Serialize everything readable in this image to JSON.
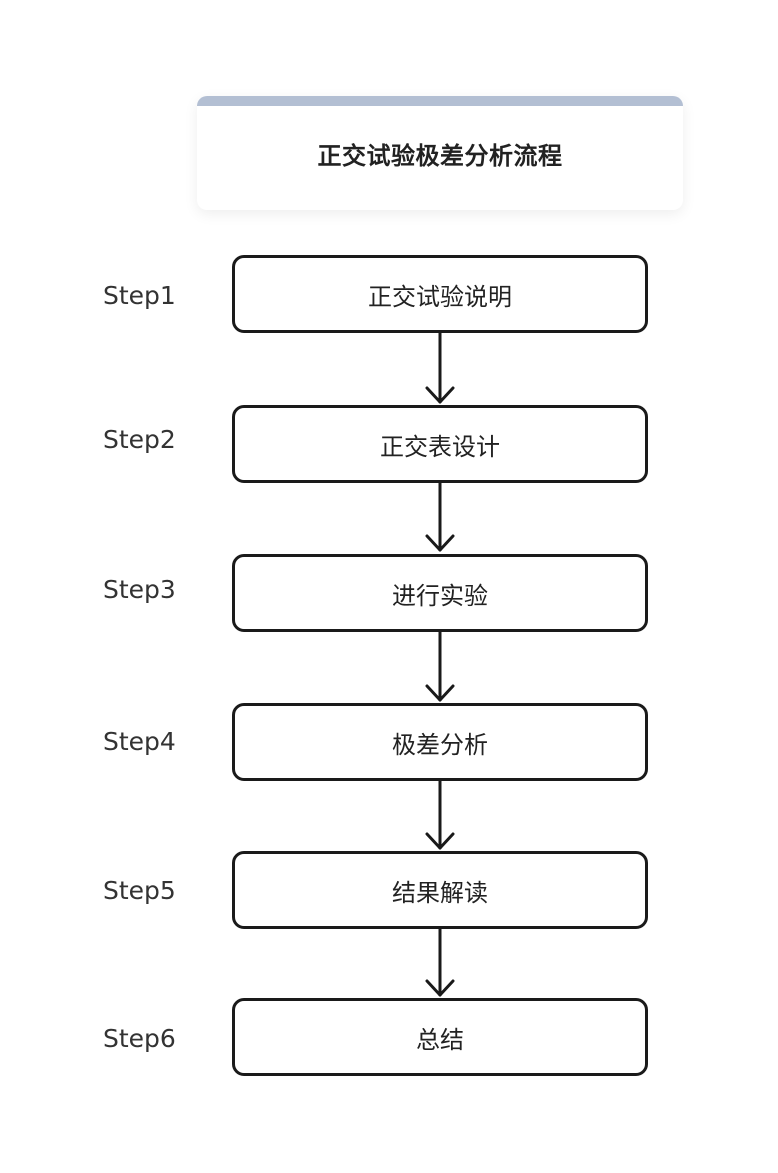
{
  "title": "正交试验极差分析流程",
  "steps": [
    {
      "label": "Step1",
      "text": "正交试验说明"
    },
    {
      "label": "Step2",
      "text": "正交表设计"
    },
    {
      "label": "Step3",
      "text": "进行实验"
    },
    {
      "label": "Step4",
      "text": "极差分析"
    },
    {
      "label": "Step5",
      "text": "结果解读"
    },
    {
      "label": "Step6",
      "text": "总结"
    }
  ],
  "colors": {
    "title_bar": "#b3bfd3",
    "stroke": "#1a1a1a"
  }
}
